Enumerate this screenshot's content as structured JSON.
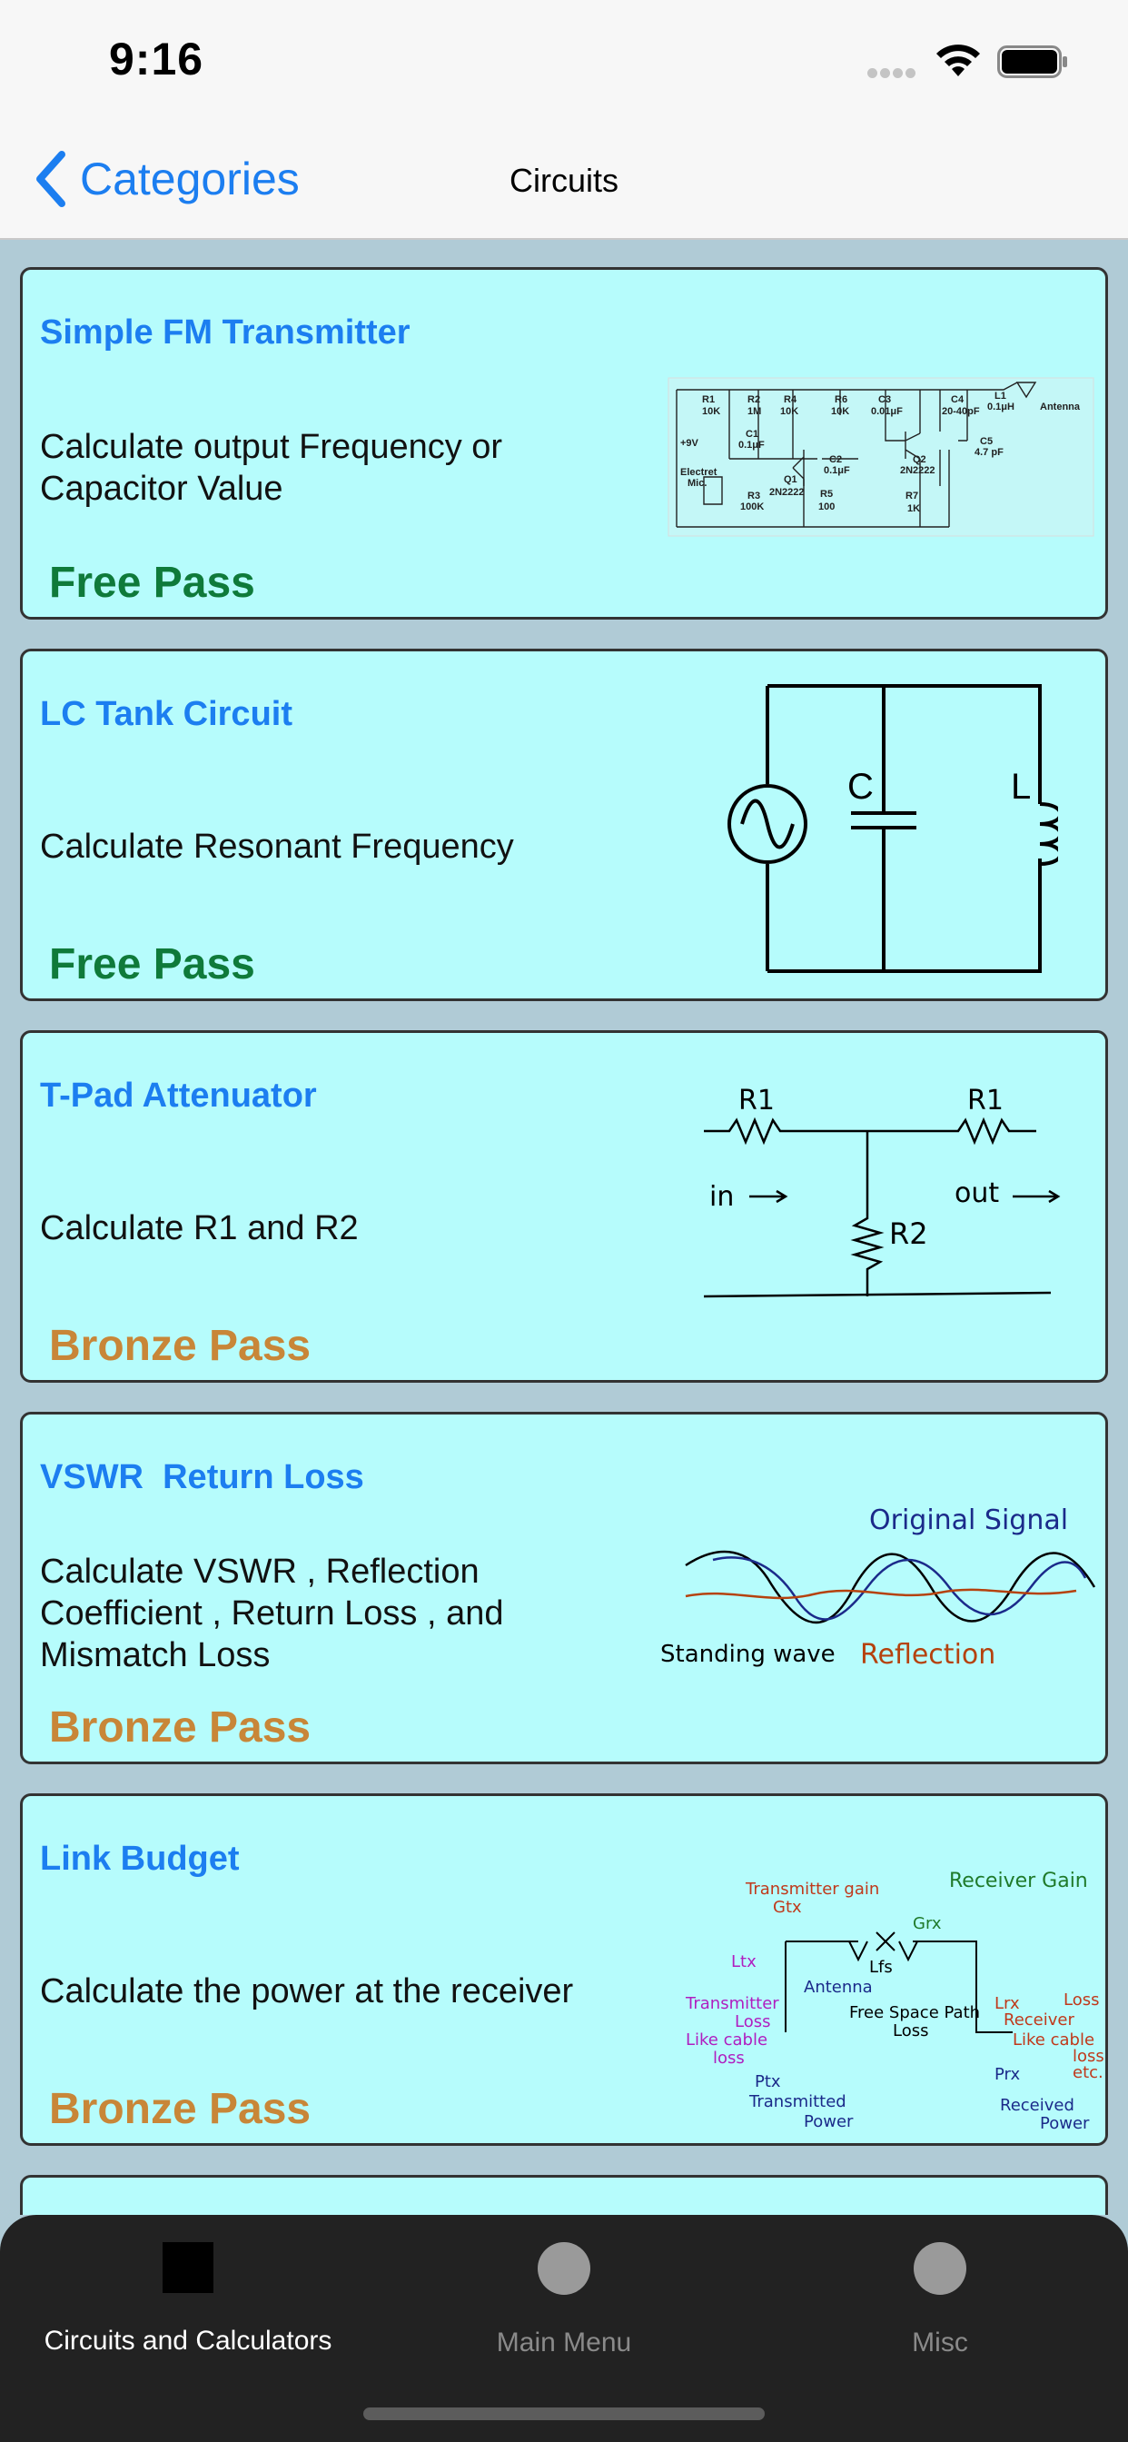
{
  "status_bar": {
    "time": "9:16"
  },
  "nav": {
    "back_label": "Categories",
    "title": "Circuits"
  },
  "cards": [
    {
      "title": "Simple FM Transmitter",
      "description": "Calculate output Frequency or Capacitor Value",
      "pass": "Free Pass",
      "diagram": "fm-transmitter-schematic"
    },
    {
      "title": "LC Tank Circuit",
      "description": "Calculate Resonant Frequency",
      "pass": "Free Pass",
      "diagram": "lc-tank-schematic"
    },
    {
      "title": "T-Pad Attenuator",
      "description": "Calculate R1 and R2",
      "pass": "Bronze Pass",
      "diagram": "t-pad-schematic"
    },
    {
      "title": "VSWR  Return Loss",
      "description": "Calculate VSWR , Reflection Coefficient , Return Loss , and Mismatch Loss",
      "pass": "Bronze Pass",
      "diagram": "standing-wave-sketch"
    },
    {
      "title": "Link Budget",
      "description": "Calculate the power at the receiver",
      "pass": "Bronze Pass",
      "diagram": "link-budget-sketch"
    }
  ],
  "diagram_labels": {
    "fm": {
      "r1": "R1",
      "r1v": "10K",
      "r2": "R2",
      "r2v": "1M",
      "r4": "R4",
      "r4v": "10K",
      "r6": "R6",
      "r6v": "10K",
      "c3": "C3",
      "c3v": "0.01μF",
      "c4": "C4",
      "c4v": "20-40pF",
      "l1": "L1",
      "l1v": "0.1μH",
      "antenna": "Antenna",
      "v9": "+9V",
      "c1": "C1",
      "c1v": "0.1μF",
      "c2": "C2",
      "c2v": "0.1μF",
      "q2": "Q2",
      "q2v": "2N2222",
      "c5": "C5",
      "c5v": "4.7 pF",
      "mic": "Electret",
      "mic2": "Mic.",
      "r3": "R3",
      "r3v": "100K",
      "q1": "Q1",
      "q1v": "2N2222",
      "r5": "R5",
      "r5v": "100",
      "r7": "R7",
      "r7v": "1K"
    },
    "lc": {
      "c": "C",
      "l": "L"
    },
    "tpad": {
      "r1_left": "R1",
      "r1_right": "R1",
      "r2": "R2",
      "in": "in",
      "out": "out"
    },
    "vswr": {
      "original": "Original Signal",
      "standing": "Standing wave",
      "reflection": "Reflection"
    },
    "link": {
      "tx_gain": "Transmitter gain",
      "gtx": "Gtx",
      "rx_gain": "Receiver Gain",
      "grx": "Grx",
      "lfs": "Lfs",
      "antenna": "Antenna",
      "fspl": "Free Space Path",
      "fspl2": "Loss",
      "ltx": "Ltx",
      "tx_loss": "Transmitter",
      "tx_loss2": "Loss",
      "tx_loss3": "Like cable",
      "tx_loss4": "loss",
      "ptx": "Ptx",
      "ptx2": "Transmitted",
      "ptx3": "Power",
      "lrx": "Lrx",
      "rx_loss": "Receiver",
      "rx_loss2": "Loss",
      "rx_loss3": "Like cable",
      "rx_loss4": "loss",
      "rx_loss5": "etc.",
      "prx": "Prx",
      "prx2": "Received",
      "prx3": "Power"
    }
  },
  "tabs": [
    {
      "label": "Circuits and Calculators",
      "icon": "square-icon",
      "active": true
    },
    {
      "label": "Main Menu",
      "icon": "circle-icon",
      "active": false
    },
    {
      "label": "Misc",
      "icon": "circle-icon",
      "active": false
    }
  ],
  "colors": {
    "accent": "#1c7ef0",
    "card_bg": "#b6fcfc",
    "page_bg": "#b0cbd6",
    "free_pass": "#0f7a3a",
    "bronze_pass": "#c88638"
  }
}
